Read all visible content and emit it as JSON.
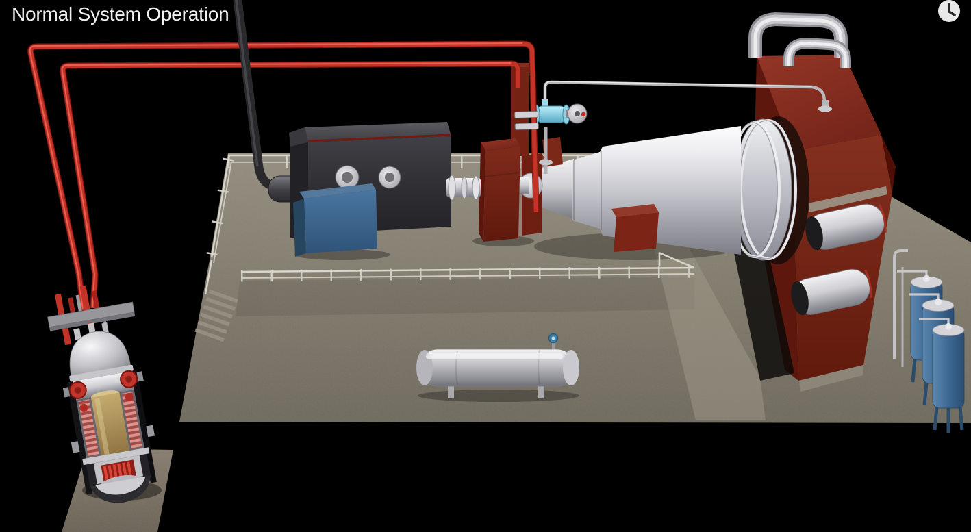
{
  "overlay": {
    "title": "Normal System Operation",
    "watch_later_icon": "clock-icon"
  },
  "scene": {
    "parts": [
      "reactor-module-cutaway",
      "reactor-concrete-pad",
      "primary-steam-lines-red",
      "turbine-deck",
      "deck-railings",
      "access-stairs",
      "blowdown-pipe-dark",
      "generator-unit",
      "generator-cooling-skid-blue",
      "shaft-coupling",
      "turbine-pedestals-maroon",
      "steam-turbine-cone",
      "turbine-exhaust-bell",
      "condenser-building-maroon",
      "condenser-roof-u-pipes",
      "condenser-port-cylinders",
      "steam-bypass-valve",
      "steam-bypass-line",
      "feedwater-storage-tank",
      "coolant-storage-tanks-blue"
    ]
  },
  "colors": {
    "background": "#000000",
    "title_text": "#f1f1f1",
    "steam_pipe_red": "#c43327",
    "pipe_red_dark": "#7e150f",
    "condenser_maroon": "#7c2b1b",
    "machine_gray": "#36363b",
    "cooler_blue": "#3a6288",
    "tank_blue": "#44709a",
    "concrete": "#8b857a",
    "steel_light": "#e9e9ec",
    "valve_blue": "#8fd3e6",
    "railing": "#d9d6cd",
    "clock_bg": "#e9e9e9",
    "clock_hands": "#2a2a2a"
  }
}
